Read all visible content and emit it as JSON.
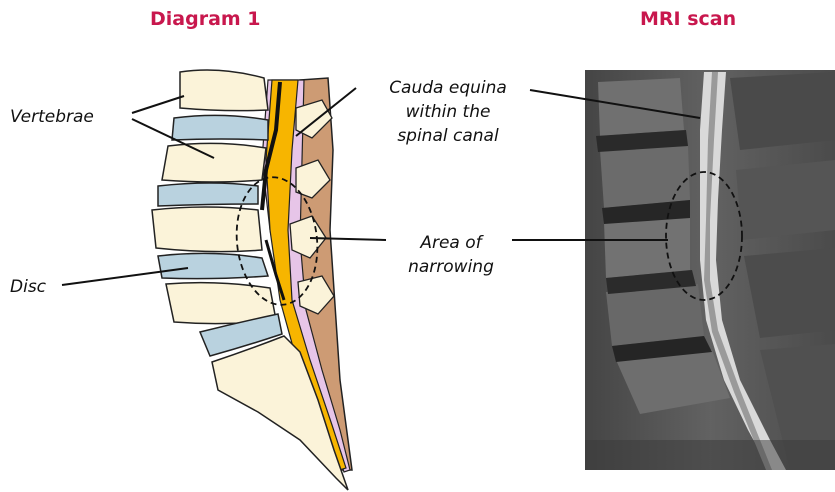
{
  "headings": {
    "diagram": "Diagram 1",
    "mri": "MRI scan"
  },
  "labels": {
    "vertebrae": "Vertebrae",
    "disc": "Disc",
    "cauda_line1": "Cauda equina",
    "cauda_line2": "within the",
    "cauda_line3": "spinal canal",
    "area_line1": "Area of",
    "area_line2": "narrowing"
  },
  "colors": {
    "heading": "#c8174d",
    "bone": "#fbf3d9",
    "disc": "#b9d2df",
    "spinal_cord": "#f7b500",
    "posterior_element": "#cd9b74",
    "membrane": "#e7c5e8"
  }
}
